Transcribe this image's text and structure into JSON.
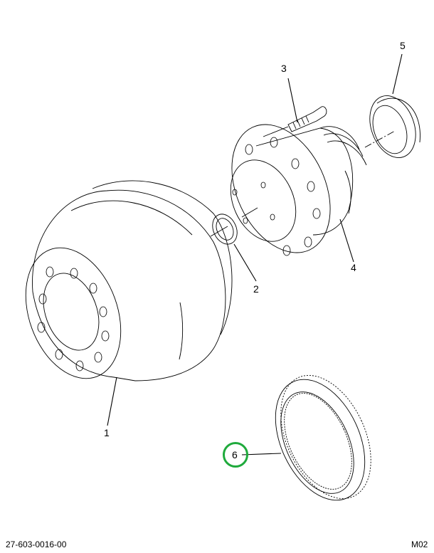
{
  "diagram": {
    "type": "exploded-parts-view",
    "callouts": [
      {
        "id": "1",
        "label": "1",
        "part": "brake drum"
      },
      {
        "id": "2",
        "label": "2",
        "part": "seal ring"
      },
      {
        "id": "3",
        "label": "3",
        "part": "wheel stud"
      },
      {
        "id": "4",
        "label": "4",
        "part": "wheel hub"
      },
      {
        "id": "5",
        "label": "5",
        "part": "bearing cup/seal"
      },
      {
        "id": "6",
        "label": "6",
        "part": "tone ring",
        "highlighted": true
      }
    ],
    "highlight_color": "#1faa3c"
  },
  "footer": {
    "part_number": "27-603-0016-00",
    "code": "M02"
  }
}
